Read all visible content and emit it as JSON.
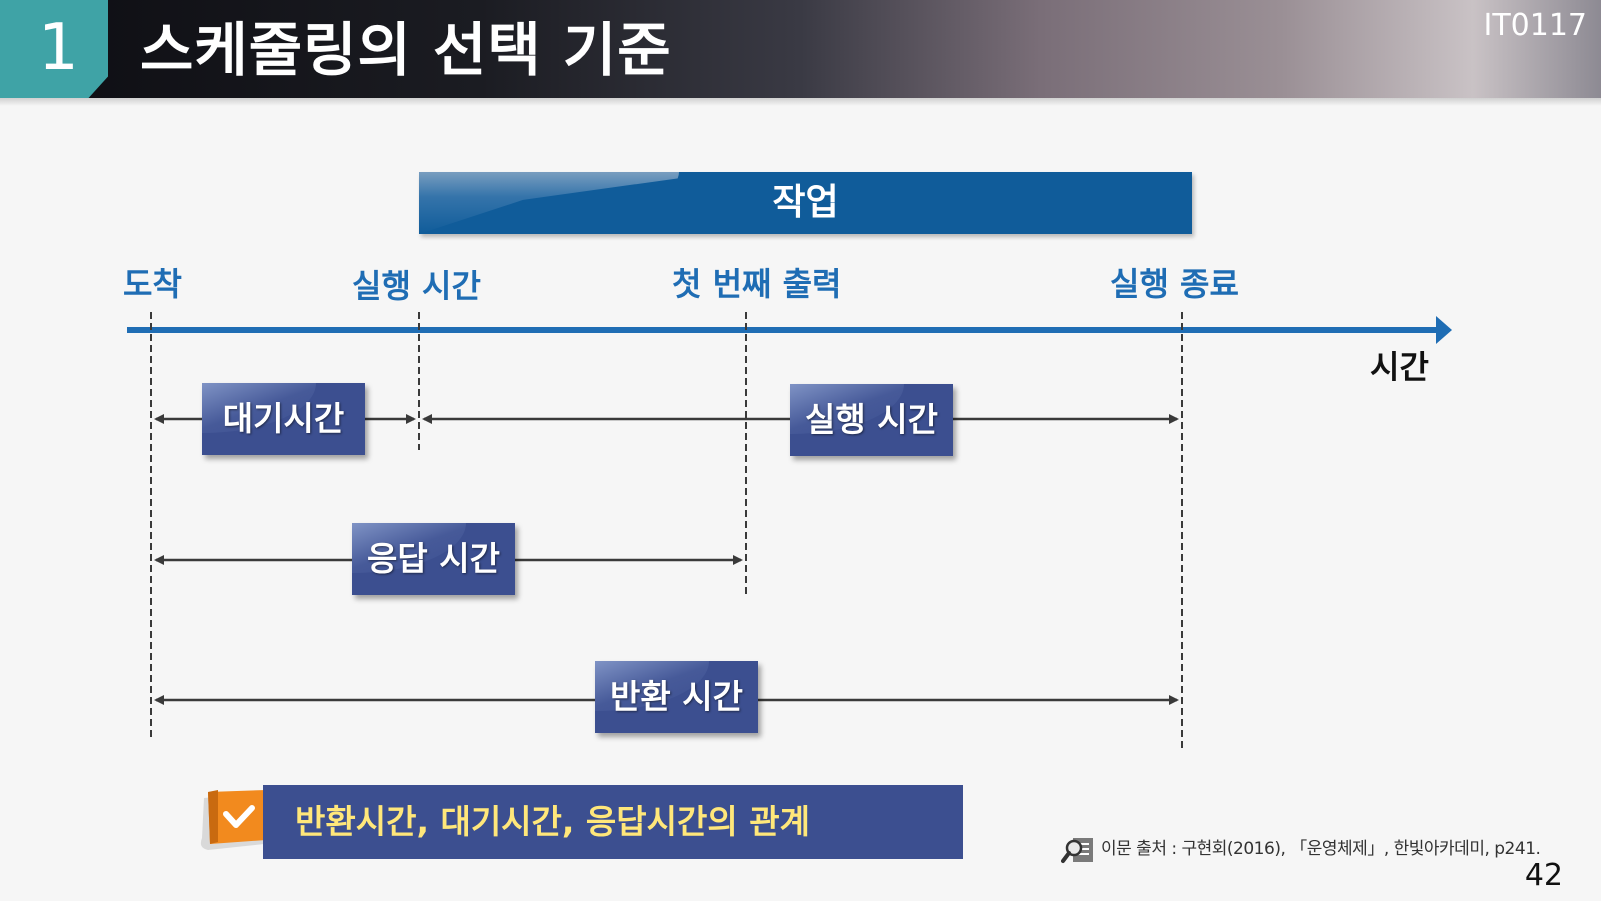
{
  "header": {
    "number": "1",
    "title": "스케줄링의 선택 기준",
    "code": "IT0117"
  },
  "diagram": {
    "job_label": "작업",
    "time_axis_label": "시간",
    "events": [
      {
        "id": "arrival",
        "label": "도착"
      },
      {
        "id": "exec_start",
        "label": "실행 시간"
      },
      {
        "id": "first_output",
        "label": "첫 번째 출력"
      },
      {
        "id": "exec_end",
        "label": "실행 종료"
      }
    ],
    "intervals": [
      {
        "label": "대기시간",
        "from": "arrival",
        "to": "exec_start"
      },
      {
        "label": "실행 시간",
        "from": "exec_start",
        "to": "exec_end"
      },
      {
        "label": "응답 시간",
        "from": "arrival",
        "to": "first_output"
      },
      {
        "label": "반환 시간",
        "from": "arrival",
        "to": "exec_end"
      }
    ]
  },
  "banner": {
    "text": "반환시간, 대기시간, 응답시간의 관계"
  },
  "source": {
    "text": "이문 출처 : 구현회(2016), 「운영체제」, 한빛아카데미, p241."
  },
  "page": {
    "number": "42"
  },
  "colors": {
    "accent_teal": "#3fa3a6",
    "timeline_blue": "#1f6db4",
    "job_bar": "#105c9a",
    "interval_box": "#3c4f90",
    "banner_text": "#ffe77a",
    "check_orange": "#f28a1e"
  },
  "icons": [
    "magnifier-document-icon",
    "check-icon"
  ]
}
